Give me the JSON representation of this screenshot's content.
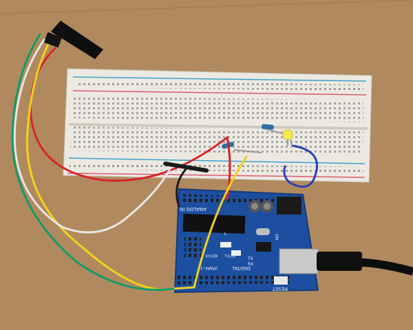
{
  "scene": {
    "background_color": "#b08a5e",
    "breadboard_color": "#ece9e2",
    "board_color": "#1d4fa0",
    "wire_colors": {
      "red": "#d9232b",
      "yellow": "#f2d21b",
      "white": "#e6e6e6",
      "green": "#139a6a",
      "blue": "#2a3fb8",
      "black": "#1a1a1a"
    }
  },
  "board": {
    "labels": {
      "analog_in": "ANALOG IN",
      "digital": "DIGITAL",
      "reset": "RESET",
      "rx": "RX",
      "tx": "TX",
      "l": "L",
      "on": "ON",
      "pwm": "(PWM~)",
      "key_l": "KEY-L",
      "key_h": "KEY-H"
    }
  }
}
